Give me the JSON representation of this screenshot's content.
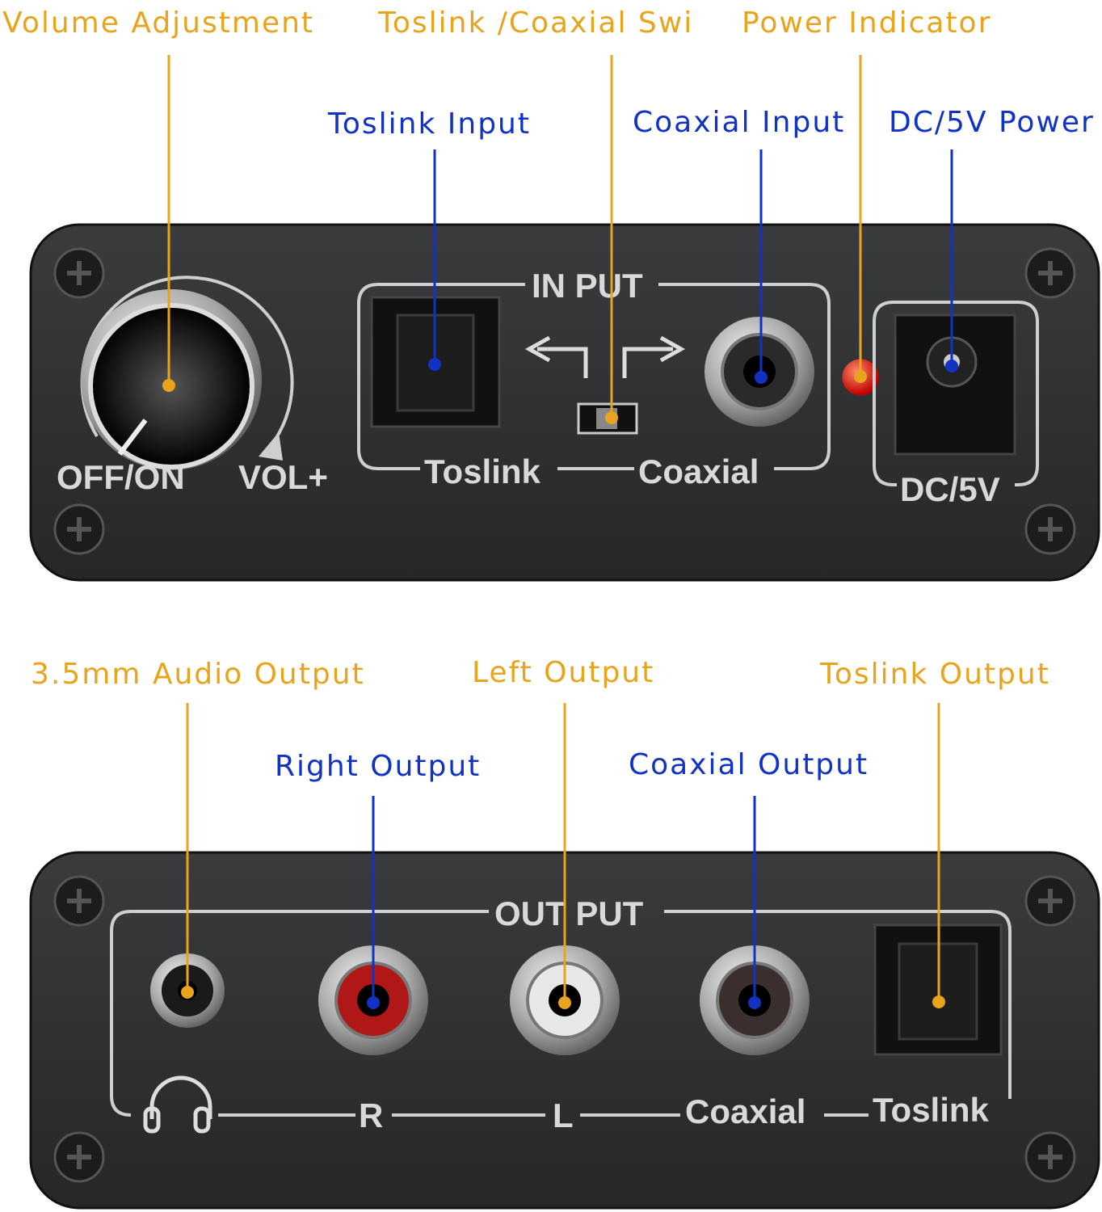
{
  "colors": {
    "callout_orange": "#E8A41C",
    "callout_blue": "#1232C4",
    "panel": "#2c2d2f",
    "led": "#e01010"
  },
  "front_panel": {
    "callouts": {
      "volume": "Volume Adjustment",
      "switch": "Toslink /Coaxial Swi",
      "power_indicator": "Power Indicator",
      "toslink_input": "Toslink Input",
      "coaxial_input": "Coaxial Input",
      "dc_power": "DC/5V Power"
    },
    "printed": {
      "input_title": "IN PUT",
      "toslink": "Toslink",
      "coaxial": "Coaxial",
      "off_on": "OFF/ON",
      "vol": "VOL+",
      "dc": "DC/5V"
    }
  },
  "rear_panel": {
    "callouts": {
      "audio_35": "3.5mm Audio Output",
      "left": "Left Output",
      "toslink_output": "Toslink Output",
      "right": "Right Output",
      "coaxial_output": "Coaxial Output"
    },
    "printed": {
      "output_title": "OUT PUT",
      "r": "R",
      "l": "L",
      "coaxial": "Coaxial",
      "toslink": "Toslink"
    }
  }
}
